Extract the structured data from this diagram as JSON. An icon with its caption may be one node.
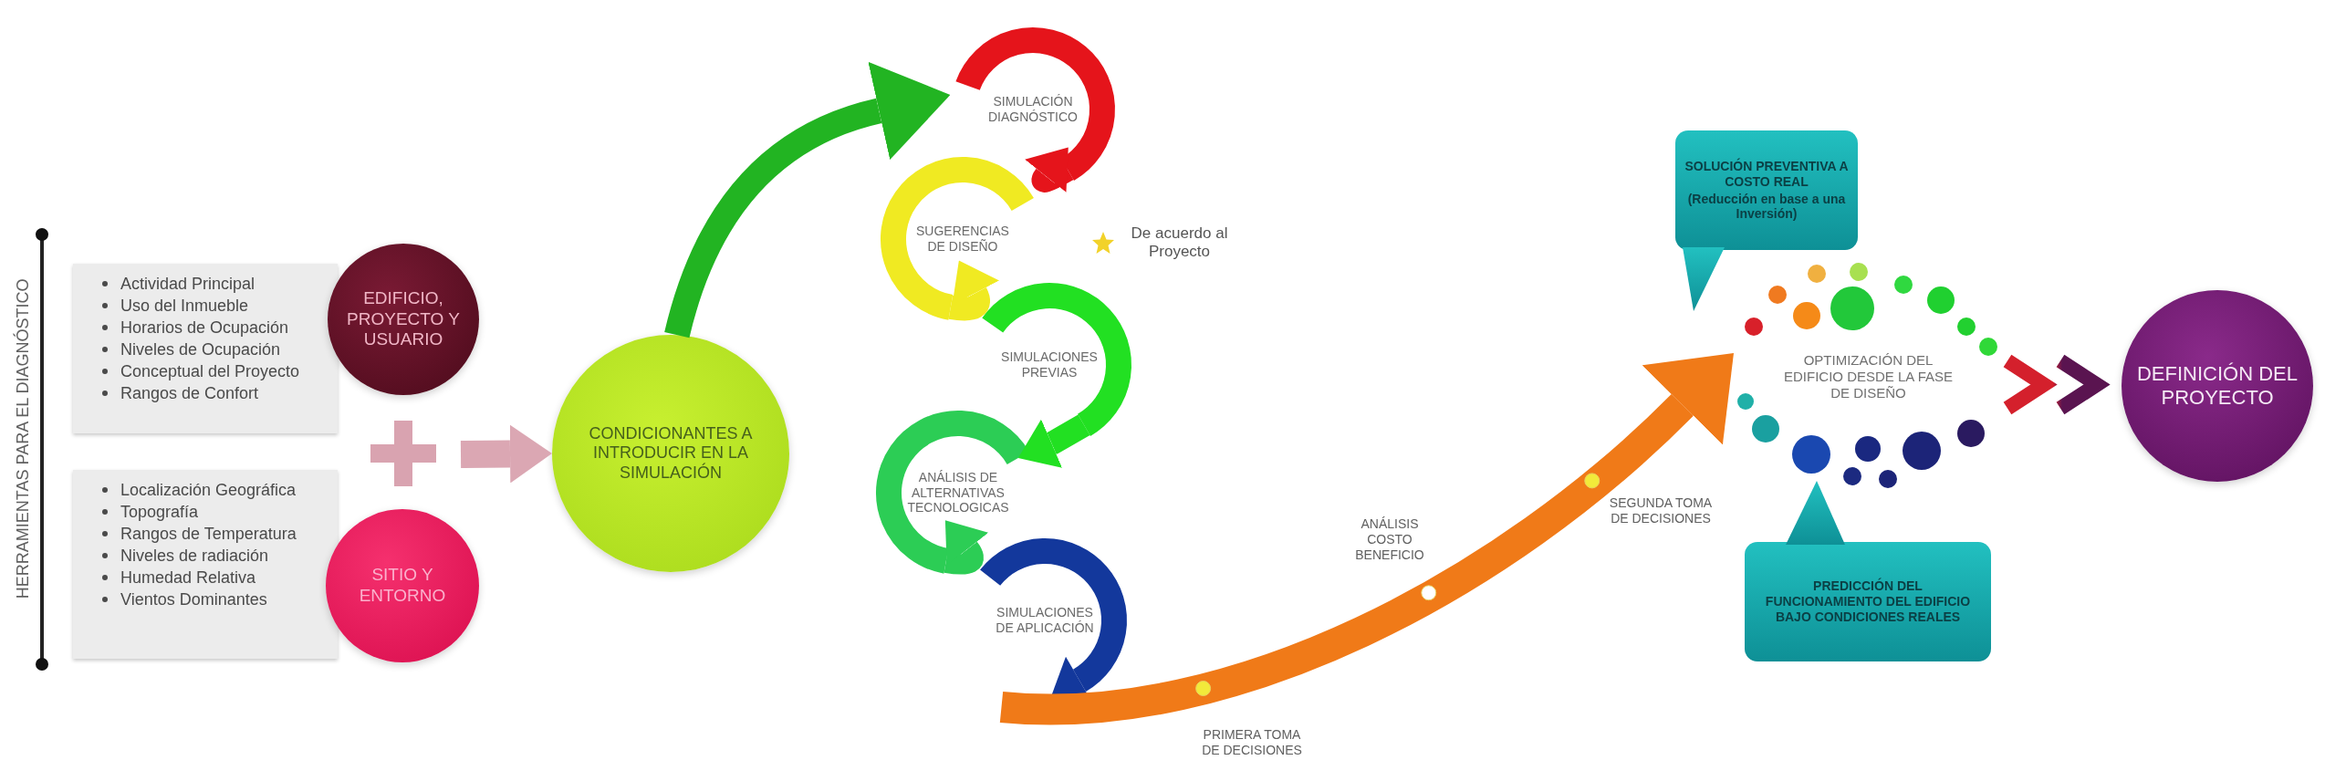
{
  "diagram": {
    "nodes": [
      {
        "text": [
          "Actividad Principal",
          "Uso del Inmueble",
          "Horarios de Ocupación",
          "Niveles de Ocupación",
          "Conceptual del Proyecto",
          "Rangos de Confort"
        ]
      },
      {
        "text": [
          "EDIFICIO, PROYECTO Y USUARIO"
        ]
      },
      {
        "text": [
          "Localización Geográfica",
          "Topografía",
          "Rangos de Temperatura",
          "Niveles de radiación",
          "Humedad Relativa",
          "Vientos Dominantes"
        ]
      },
      {
        "text": [
          "SITIO Y ENTORNO"
        ]
      },
      {
        "text": [
          "CONDICIONANTES A INTRODUCIR EN LA SIMULACIÓN"
        ]
      },
      {
        "text": [
          "SIMULACIÓN DIAGNÓSTICO"
        ]
      },
      {
        "text": [
          "SUGERENCIAS DE DISEÑO"
        ]
      },
      {
        "text": [
          "SIMULACIONES PREVIAS"
        ]
      },
      {
        "text": [
          "ANÁLISIS DE ALTERNATIVAS TECNOLOGICAS"
        ]
      },
      {
        "text": [
          "SIMULACIONES DE APLICACIÓN"
        ]
      },
      {
        "text": [
          "OPTIMIZACIÓN DEL EDIFICIO DESDE LA FASE DE DISEÑO"
        ]
      },
      {
        "text": [
          "SOLUCIÓN PREVENTIVA A COSTO REAL",
          "(Reducción en base a una Inversión)"
        ]
      },
      {
        "text": [
          "PREDICCIÓN DEL FUNCIONAMIENTO DEL EDIFICIO BAJO CONDICIONES REALES"
        ]
      },
      {
        "text": [
          "DEFINICIÓN DEL PROYECTO"
        ]
      }
    ],
    "edges": [
      {
        "from": null,
        "to": 4,
        "arrow": "to",
        "color": "#dba7b3"
      },
      {
        "from": 4,
        "to": 5,
        "arrow": "to",
        "color": "#22b422"
      },
      {
        "from": 5,
        "to": 6,
        "arrow": "to",
        "color": "#e5141b"
      },
      {
        "from": 6,
        "to": 7,
        "arrow": "to",
        "color": "#f0ea22"
      },
      {
        "from": 7,
        "to": 8,
        "arrow": "to",
        "color": "#22e022"
      },
      {
        "from": 8,
        "to": 9,
        "arrow": "to",
        "color": "#2ccd55"
      },
      {
        "from": 9,
        "to": 10,
        "arrow": "to",
        "color": "#f07a18"
      },
      {
        "from": 10,
        "to": 13,
        "arrow": "to",
        "color": "#5a1450"
      }
    ],
    "labels": [
      "HERRAMIENTAS PARA EL DIAGNÓSTICO",
      "ANÁLISIS COSTO BENEFICIO",
      "SEGUNDA TOMA DE DECISIONES",
      "PRIMERA TOMA DE DECISIONES"
    ],
    "legend": [
      {
        "text": "De acuerdo al Proyecto"
      }
    ]
  }
}
